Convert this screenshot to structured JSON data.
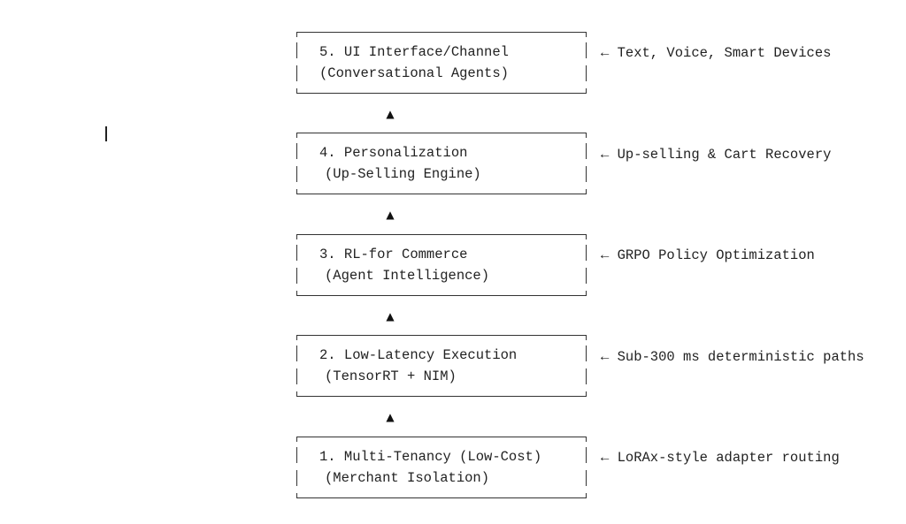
{
  "layers": [
    {
      "title": "5. UI Interface/Channel",
      "subtitle": "(Conversational Agents)",
      "note": "← Text, Voice, Smart Devices"
    },
    {
      "title": "4. Personalization",
      "subtitle": "(Up-Selling Engine)",
      "note": "← Up-selling & Cart Recovery"
    },
    {
      "title": "3. RL-for Commerce",
      "subtitle": "(Agent Intelligence)",
      "note": "← GRPO Policy Optimization"
    },
    {
      "title": "2. Low-Latency Execution",
      "subtitle": "(TensorRT + NIM)",
      "note": "← Sub-300 ms deterministic paths"
    },
    {
      "title": "1. Multi-Tenancy (Low-Cost)",
      "subtitle": "(Merchant Isolation)",
      "note": "← LoRAx-style adapter routing"
    }
  ],
  "connector": {
    "glyph": "▲"
  },
  "cursor": {
    "glyph": "I"
  }
}
